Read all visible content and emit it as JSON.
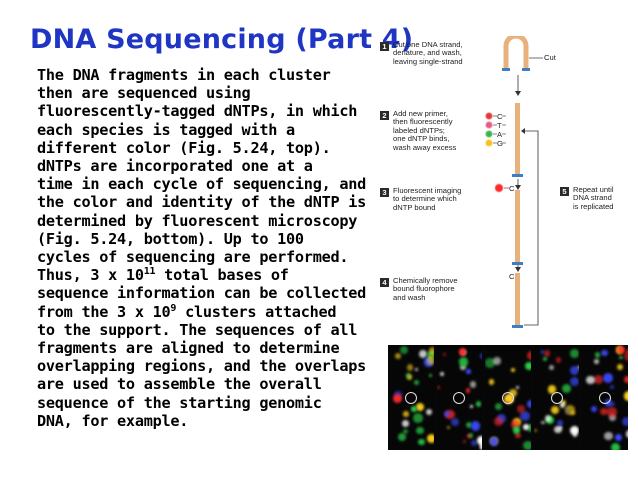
{
  "slide": {
    "title": "DNA Sequencing (Part 4)",
    "body_lines": [
      "The DNA fragments in each cluster",
      "then are sequenced using",
      "fluorescently-tagged dNTPs, in which",
      "each species is tagged with a",
      "different color (Fig. 5.24, top).",
      "dNTPs are incorporated one at a",
      "time in each cycle of sequencing, and",
      "the color and identity of the dNTP is",
      "determined by fluorescent microscopy",
      "(Fig. 5.24, bottom). Up to 100",
      "cycles of sequencing are performed."
    ],
    "body_exp_line": {
      "before": "Thus, 3 x 10",
      "exponent": "11",
      "after": " total bases of"
    },
    "body_lines_b": [
      "sequence information can be collected"
    ],
    "body_exp_line2": {
      "before": "from the 3 x 10",
      "exponent": "9",
      "after": " clusters attached"
    },
    "body_lines_c": [
      "to the support. The sequences of all",
      "fragments are aligned to determine",
      "overlapping regions, and the overlaps",
      "are used to assemble the overall",
      "sequence of the starting genomic",
      "DNA, for example."
    ]
  },
  "figure": {
    "steps": [
      {
        "num": "1",
        "lines": [
          "Cut one DNA strand,",
          "denature, and wash,",
          "leaving single-strand"
        ]
      },
      {
        "num": "2",
        "lines": [
          "Add new primer,",
          "then fluorescently",
          "labeled dNTPs;",
          "one dNTP binds,",
          "wash away excess"
        ]
      },
      {
        "num": "3",
        "lines": [
          "Fluorescent imaging",
          "to determine which",
          "dNTP bound"
        ]
      },
      {
        "num": "4",
        "lines": [
          "Chemically remove",
          "bound fluorophore",
          "and wash"
        ]
      },
      {
        "num": "5",
        "lines": [
          "Repeat until",
          "DNA strand",
          "is replicated"
        ]
      }
    ],
    "cut_label": "Cut",
    "nucleotides": [
      {
        "label": "C",
        "color": "#e23a3a"
      },
      {
        "label": "T",
        "color": "#e85a8a"
      },
      {
        "label": "A",
        "color": "#3cb44a"
      },
      {
        "label": "G",
        "color": "#f1c21b"
      }
    ],
    "imaging_label": "C",
    "removed_label": "C",
    "strand_color": "#e8b07a",
    "support_color": "#3d7fc4",
    "arrow_color": "#333333"
  },
  "micrographs": {
    "count": 5,
    "spot_colors": [
      "#ff2a2a",
      "#2bd24a",
      "#3a4cff",
      "#ffffff",
      "#ffd21a"
    ]
  }
}
